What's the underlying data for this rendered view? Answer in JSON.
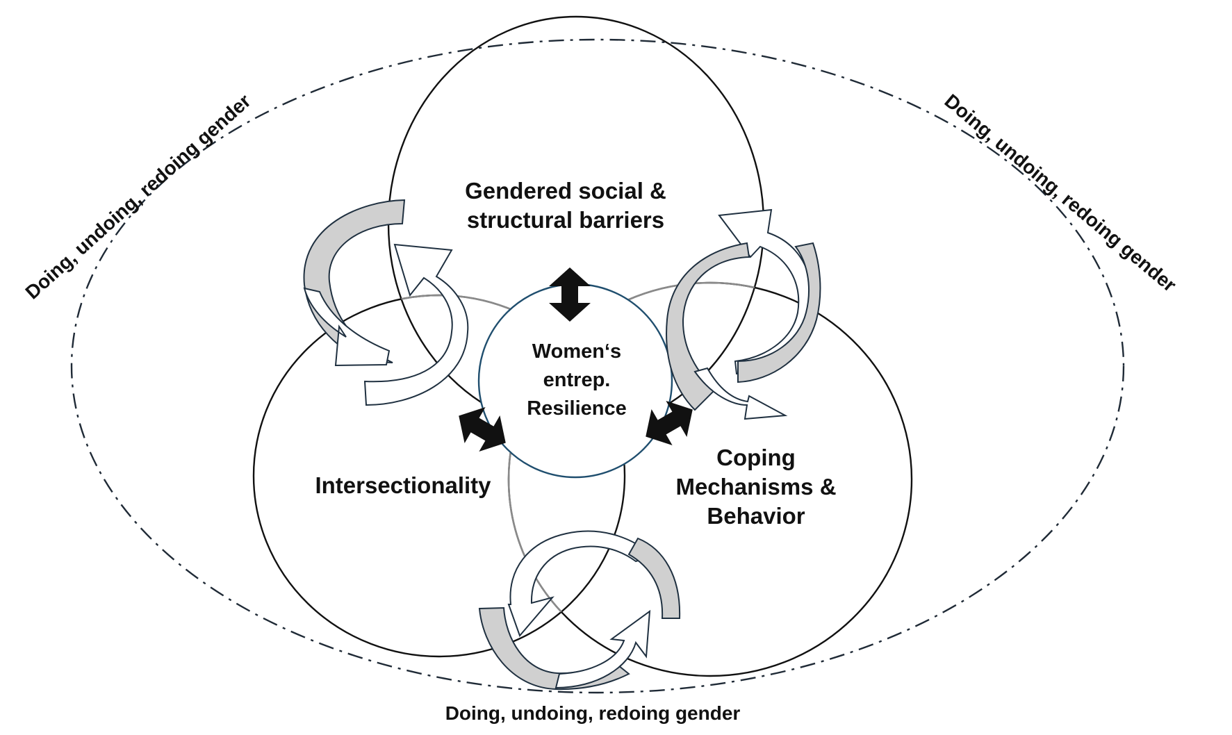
{
  "diagram": {
    "outer_ring_label": "Doing, undoing, redoing gender",
    "center": {
      "lines": [
        "Women‘s",
        "entrep.",
        "Resilience"
      ],
      "stroke_color": "#1f4e6e"
    },
    "circles": {
      "top": {
        "lines": [
          "Gendered social &",
          "structural barriers"
        ]
      },
      "left": {
        "lines": [
          "Intersectionality"
        ]
      },
      "right": {
        "lines": [
          "Coping",
          "Mechanisms &",
          "Behavior"
        ]
      }
    },
    "colors": {
      "line": "#111111",
      "overlap_line": "#8a8a8a",
      "arrow_fill": "#d0d0d0",
      "arrow_stroke": "#1f3040",
      "double_arrow": "#111111"
    }
  }
}
